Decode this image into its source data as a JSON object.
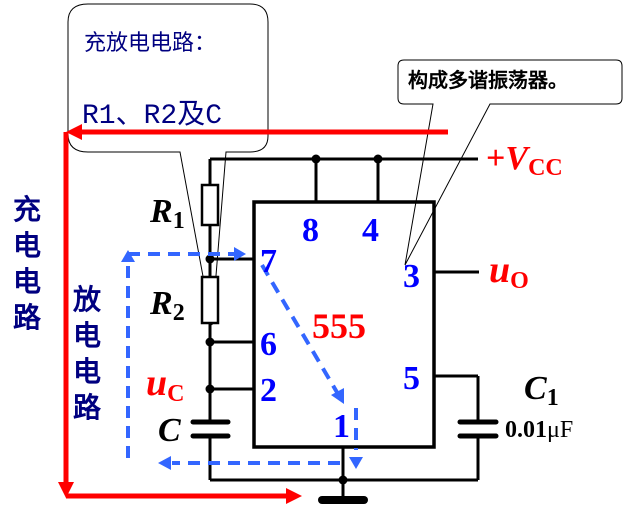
{
  "diagram": {
    "title": "555 astable multivibrator (多谐振荡器) charge/discharge paths",
    "callouts": {
      "charge_discharge_heading": "充放电电路：",
      "charge_discharge_components": "R1、R2及C",
      "oscillator_note": "构成多谐振荡器。"
    },
    "path_labels": {
      "charge_path": "充电电路",
      "discharge_path": "放电电路"
    },
    "chip": {
      "name": "555",
      "pins": {
        "p8": "8",
        "p4": "4",
        "p7": "7",
        "p3": "3",
        "p6": "6",
        "p2": "2",
        "p5": "5",
        "p1": "1"
      }
    },
    "components": {
      "r1": {
        "symbol": "R",
        "sub": "1"
      },
      "r2": {
        "symbol": "R",
        "sub": "2"
      },
      "c": {
        "symbol": "C"
      },
      "c1": {
        "symbol": "C",
        "sub": "1",
        "value_num": "0.01",
        "value_unit": "μF"
      }
    },
    "signals": {
      "vcc": {
        "prefix": "+",
        "symbol": "V",
        "sub": "CC"
      },
      "uc": {
        "symbol": "u",
        "sub": "C"
      },
      "uo": {
        "symbol": "u",
        "sub": "O"
      }
    },
    "colors": {
      "charge_path": "#ff0000",
      "discharge_path": "#3366ff",
      "pin_numbers": "#0000ff",
      "chip_label": "#ff0000",
      "path_text": "#000080",
      "wire": "#000000"
    }
  }
}
